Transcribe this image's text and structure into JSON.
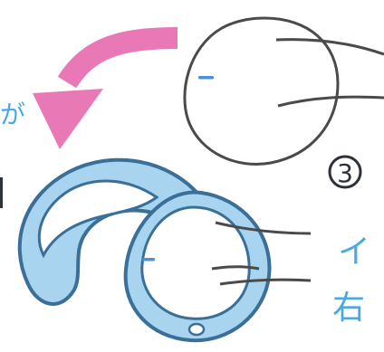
{
  "colors": {
    "background": "#ffffff",
    "outline": "#4a4a4a",
    "earpiece_fill": "#a9d4f0",
    "earpiece_stroke": "#3a6f97",
    "arrow": "#e979b6",
    "text_blue": "#4aa9e3",
    "marker": "#4b92d6"
  },
  "icons": {
    "curved_arrow": "curved-arrow-icon",
    "step_circle": "circled-number-icon"
  },
  "labels": {
    "step_number": "3",
    "left_edge_fragment_1": "が",
    "right_line_1": "イ",
    "right_line_2": "右"
  }
}
